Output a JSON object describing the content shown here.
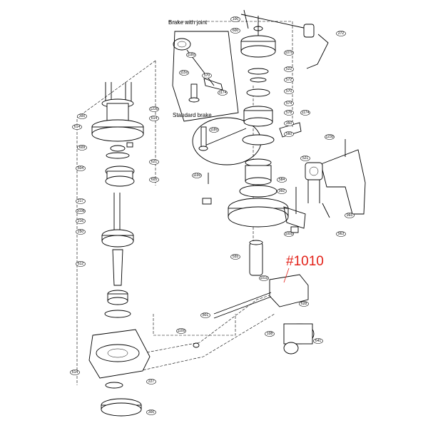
{
  "captions": {
    "brake_with_joint": "Brake with joint",
    "standard_brake": "Standard brake"
  },
  "highlight": {
    "label": "#1010",
    "color": "#e32219"
  },
  "callouts": [
    {
      "text": "100"
    },
    {
      "text": "600"
    },
    {
      "text": "272"
    },
    {
      "text": "1070"
    },
    {
      "text": "522"
    },
    {
      "text": "572"
    },
    {
      "text": "570"
    },
    {
      "text": "574"
    },
    {
      "text": "578"
    },
    {
      "text": "1174"
    },
    {
      "text": "350"
    },
    {
      "text": "560"
    },
    {
      "text": "1230"
    },
    {
      "text": "521"
    },
    {
      "text": "584"
    },
    {
      "text": "992"
    },
    {
      "text": "993"
    },
    {
      "text": "963"
    },
    {
      "text": "1005"
    },
    {
      "text": "555"
    },
    {
      "text": "1010"
    },
    {
      "text": "628"
    },
    {
      "text": "641"
    },
    {
      "text": "108"
    },
    {
      "text": "1100"
    },
    {
      "text": "801"
    },
    {
      "text": "614"
    },
    {
      "text": "300"
    },
    {
      "text": "609"
    },
    {
      "text": "604"
    },
    {
      "text": "621"
    },
    {
      "text": "605"
    },
    {
      "text": "1230"
    },
    {
      "text": "614"
    },
    {
      "text": "217"
    },
    {
      "text": "1036"
    },
    {
      "text": "216"
    },
    {
      "text": "1180"
    },
    {
      "text": "1150"
    },
    {
      "text": "570"
    },
    {
      "text": "1174"
    },
    {
      "text": "1180"
    },
    {
      "text": "1190"
    },
    {
      "text": "250"
    },
    {
      "text": "614"
    },
    {
      "text": "612"
    },
    {
      "text": "227"
    },
    {
      "text": "300"
    }
  ]
}
